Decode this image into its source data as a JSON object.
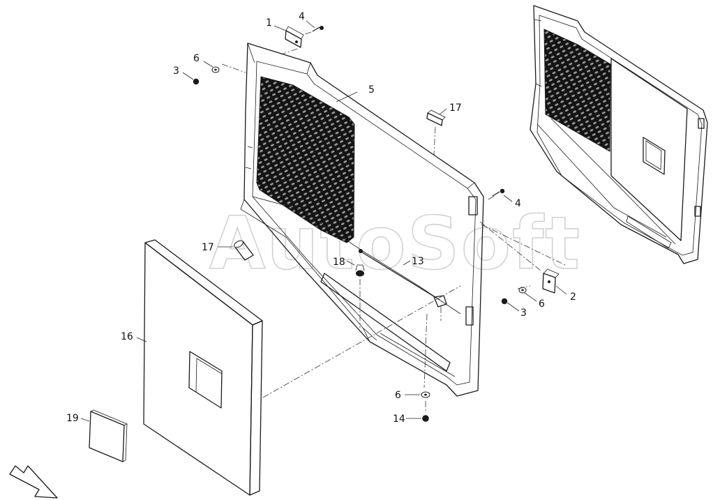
{
  "watermark": "AutoSoft",
  "callouts": {
    "c1": "1",
    "c2": "2",
    "c3a": "3",
    "c3b": "3",
    "c4a": "4",
    "c4b": "4",
    "c5": "5",
    "c6a": "6",
    "c6b": "6",
    "c6c": "6",
    "c13": "13",
    "c14": "14",
    "c16": "16",
    "c17a": "17",
    "c17b": "17",
    "c18": "18",
    "c19": "19"
  }
}
